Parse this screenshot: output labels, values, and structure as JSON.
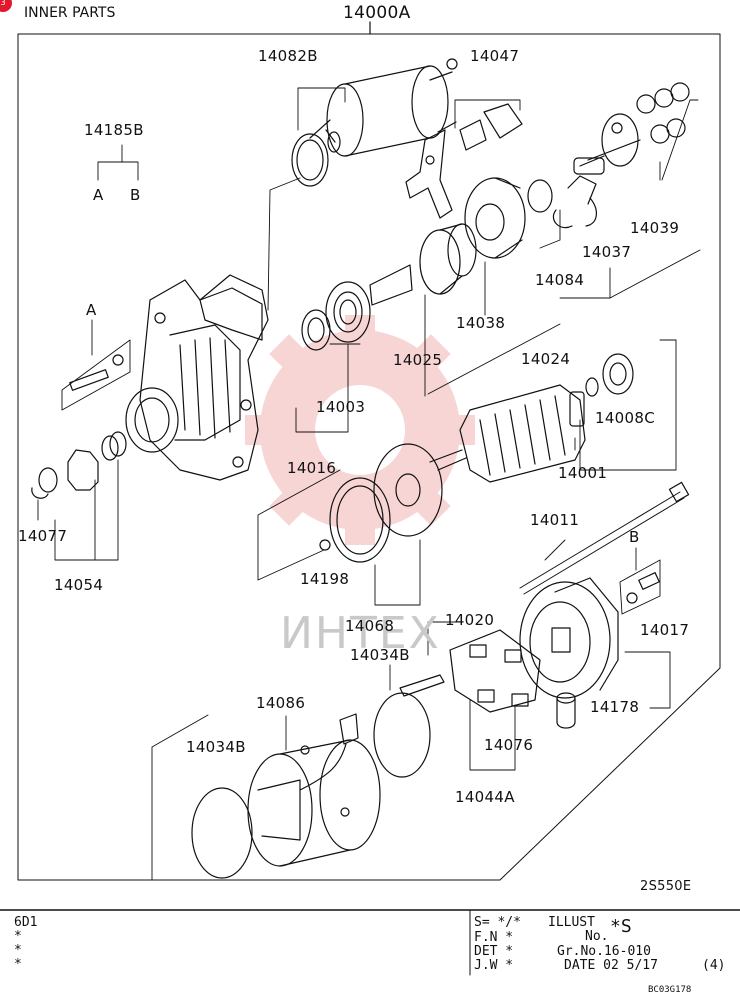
{
  "header": {
    "section_title": "INNER PARTS",
    "assembly_number": "14000A",
    "badge_text": "3"
  },
  "diagram_code": "2S550E",
  "watermark_text": "ИНТЕХ",
  "part_labels": {
    "p14082B": "14082B",
    "p14047": "14047",
    "p14185B": "14185B",
    "pA1": "A",
    "pB1": "B",
    "p14039": "14039",
    "p14037": "14037",
    "p14084": "14084",
    "p14038": "14038",
    "p14025": "14025",
    "p14024": "14024",
    "pA2": "A",
    "p14003": "14003",
    "p14008C": "14008C",
    "p14016": "14016",
    "p14001": "14001",
    "p14077": "14077",
    "p14054": "14054",
    "p14011": "14011",
    "p14198": "14198",
    "pB2": "B",
    "p14068": "14068",
    "p14020": "14020",
    "p14017": "14017",
    "p14034B_a": "14034B",
    "p14178": "14178",
    "p14086": "14086",
    "p14034B_b": "14034B",
    "p14076": "14076",
    "p14044A": "14044A"
  },
  "footer": {
    "model": "6D1",
    "stars": [
      "*",
      "*",
      "*"
    ],
    "s_line": "S= */*",
    "fn_line": "F.N *",
    "det_line": "DET *",
    "jw_line": "J.W *",
    "illust_label": "ILLUST",
    "illust_no_label": "No.",
    "illust_value": "*S",
    "gr_no": "Gr.No.16-010",
    "date": "DATE 02 5/17",
    "page": "(4)",
    "doc_code": "BC03G178"
  },
  "colors": {
    "line": "#111111",
    "watermark": "#f3b5b5",
    "badge": "#e2182f"
  }
}
